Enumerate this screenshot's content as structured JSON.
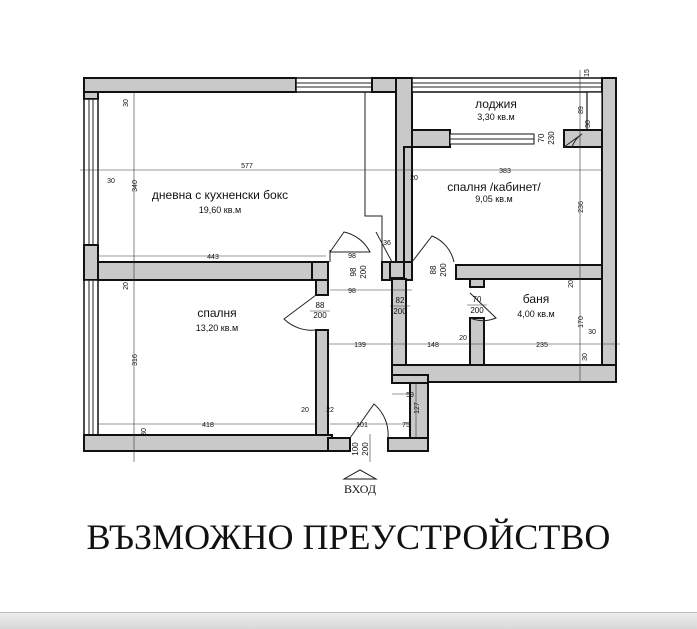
{
  "title": "ВЪЗМОЖНО ПРЕУСТРОЙСТВО",
  "entrance": "ВХОД",
  "rooms": {
    "living": {
      "name": "дневна с кухненски бокс",
      "area": "19,60 кв.м"
    },
    "loggia": {
      "name": "лоджия",
      "area": "3,30 кв.м"
    },
    "bedroom2": {
      "name": "спалня /кабинет/",
      "area": "9,05 кв.м"
    },
    "bedroom1": {
      "name": "спалня",
      "area": "13,20 кв.м"
    },
    "bath": {
      "name": "баня",
      "area": "4,00 кв.м"
    }
  },
  "doors": {
    "d1": {
      "w": "88",
      "h": "200"
    },
    "d2": {
      "w": "98",
      "h": "200"
    },
    "d3": {
      "w": "88",
      "h": "200"
    },
    "d4": {
      "w": "82",
      "h": "200"
    },
    "d5": {
      "w": "70",
      "h": "200"
    },
    "d6": {
      "w": "100",
      "h": "200"
    },
    "d7": {
      "w": "70",
      "h": "230"
    }
  },
  "dims": {
    "w577": "577",
    "w383": "383",
    "w443": "443",
    "w418": "418",
    "w139": "139",
    "w148": "148",
    "w235": "235",
    "w98a": "98",
    "w98b": "98",
    "w36": "36",
    "w101": "101",
    "w75": "75",
    "w59": "59",
    "w22": "22",
    "h340": "340",
    "h316": "316",
    "h236": "236",
    "h170": "170",
    "h127": "127",
    "h89": "89",
    "h15": "15",
    "t30a": "30",
    "t30b": "30",
    "t30c": "30",
    "t30d": "30",
    "t30e": "30",
    "t30f": "30",
    "t20a": "20",
    "t20b": "20",
    "t20c": "20",
    "t20d": "20",
    "t20e": "20"
  }
}
